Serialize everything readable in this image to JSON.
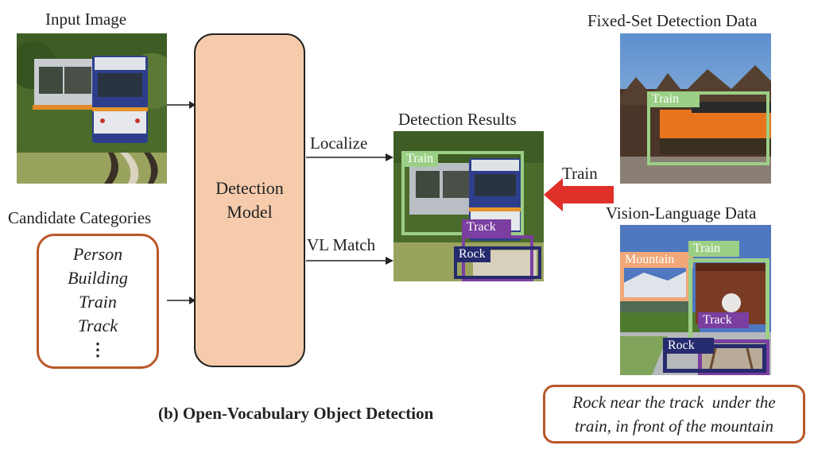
{
  "input": {
    "title": "Input Image"
  },
  "candidates": {
    "title": "Candidate Categories",
    "items": [
      "Person",
      "Building",
      "Train",
      "Track",
      "⋮"
    ]
  },
  "model": {
    "label_line1": "Detection",
    "label_line2": "Model"
  },
  "outputs": {
    "localize": "Localize",
    "vl_match": "VL Match"
  },
  "results": {
    "title": "Detection Results",
    "labels": {
      "train": "Train",
      "track": "Track",
      "rock": "Rock"
    }
  },
  "train_arrow": {
    "label": "Train"
  },
  "fixed_set": {
    "title": "Fixed-Set Detection Data",
    "labels": {
      "train": "Train"
    }
  },
  "vision_language": {
    "title": "Vision-Language Data",
    "labels": {
      "mountain": "Mountain",
      "train": "Train",
      "track": "Track",
      "rock": "Rock"
    },
    "caption_line1": "Rock near the track  under the",
    "caption_line2": "train, in front of the mountain"
  },
  "figure_caption": "(b) Open-Vocabulary Object Detection",
  "colors": {
    "model_fill": "#f5cbab",
    "rounded_border": "#b9582a",
    "train_box": "#9ccf86",
    "track_box": "#7a3fa0",
    "rock_box": "#262a6e",
    "mountain_box": "#f0a878",
    "red_arrow": "#e0302a"
  }
}
